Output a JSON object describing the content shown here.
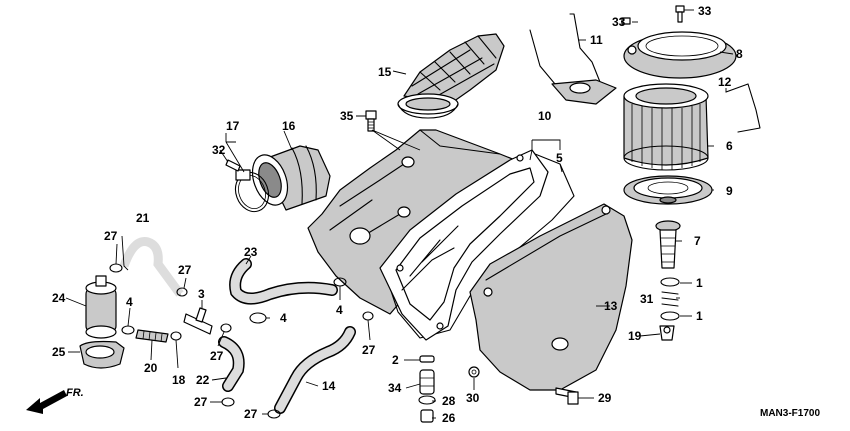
{
  "diagram_code": "MAN3-F1700",
  "direction_label": "FR.",
  "callouts": {
    "c1a": "1",
    "c1b": "1",
    "c2": "2",
    "c3": "3",
    "c4a": "4",
    "c4b": "4",
    "c4c": "4",
    "c5": "5",
    "c6": "6",
    "c7": "7",
    "c8": "8",
    "c9": "9",
    "c10": "10",
    "c11": "11",
    "c12": "12",
    "c13": "13",
    "c14": "14",
    "c15": "15",
    "c16": "16",
    "c17": "17",
    "c18": "18",
    "c19": "19",
    "c20": "20",
    "c21": "21",
    "c22": "22",
    "c23": "23",
    "c24": "24",
    "c25": "25",
    "c26": "26",
    "c27a": "27",
    "c27b": "27",
    "c27c": "27",
    "c27d": "27",
    "c27e": "27",
    "c27f": "27",
    "c28": "28",
    "c29": "29",
    "c30": "30",
    "c31": "31",
    "c32": "32",
    "c33a": "33",
    "c33b": "33",
    "c34": "34",
    "c35": "35"
  },
  "icons": {
    "direction_arrow": "arrow-front-left-icon"
  }
}
